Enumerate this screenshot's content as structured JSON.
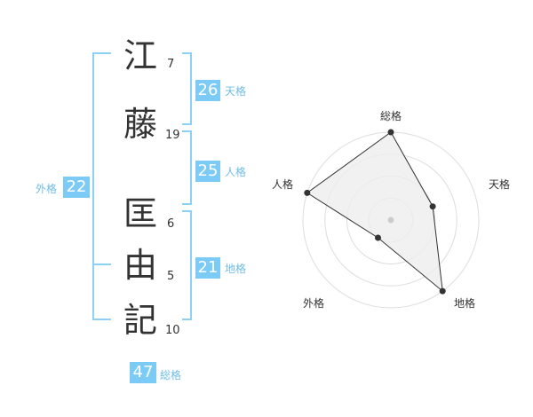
{
  "colors": {
    "accent": "#7ccbf7",
    "label": "#6fbde6",
    "bracket": "#8dd0f6",
    "text": "#333333",
    "radar_fill": "#eeeeee",
    "radar_grid": "#dddddd"
  },
  "name": {
    "surname": [
      {
        "char": "江",
        "strokes": "7"
      },
      {
        "char": "藤",
        "strokes": "19"
      }
    ],
    "given": [
      {
        "char": "匡",
        "strokes": "6"
      },
      {
        "char": "由",
        "strokes": "5"
      },
      {
        "char": "記",
        "strokes": "10"
      }
    ]
  },
  "fortunes": {
    "ten": {
      "value": "26",
      "label": "天格"
    },
    "jin": {
      "value": "25",
      "label": "人格"
    },
    "chi": {
      "value": "21",
      "label": "地格"
    },
    "gai": {
      "value": "22",
      "label": "外格"
    },
    "sou": {
      "value": "47",
      "label": "総格"
    }
  },
  "chart_data": {
    "type": "radar",
    "axes": [
      "総格",
      "天格",
      "地格",
      "外格",
      "人格"
    ],
    "rings": 4,
    "max": 4,
    "values": [
      4,
      2,
      4,
      1,
      4
    ]
  }
}
